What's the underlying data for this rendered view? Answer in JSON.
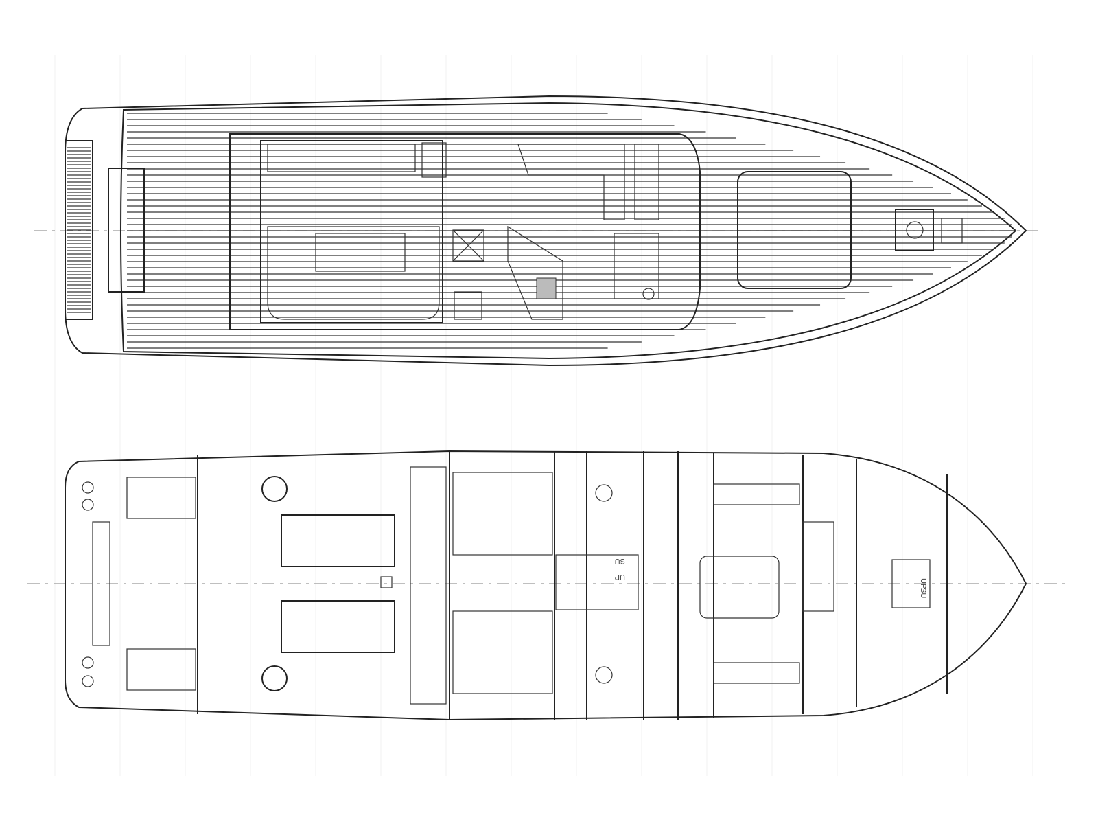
{
  "drawing": {
    "views": [
      "main-deck-plan",
      "lower-deck-plan"
    ],
    "lower_deck": {
      "stair_labels": [
        "SU",
        "UP"
      ],
      "bow_stair_labels": [
        "UP",
        "SU"
      ]
    }
  },
  "colors": {
    "line": "#222222",
    "background": "#ffffff",
    "centerline": "#999999"
  }
}
